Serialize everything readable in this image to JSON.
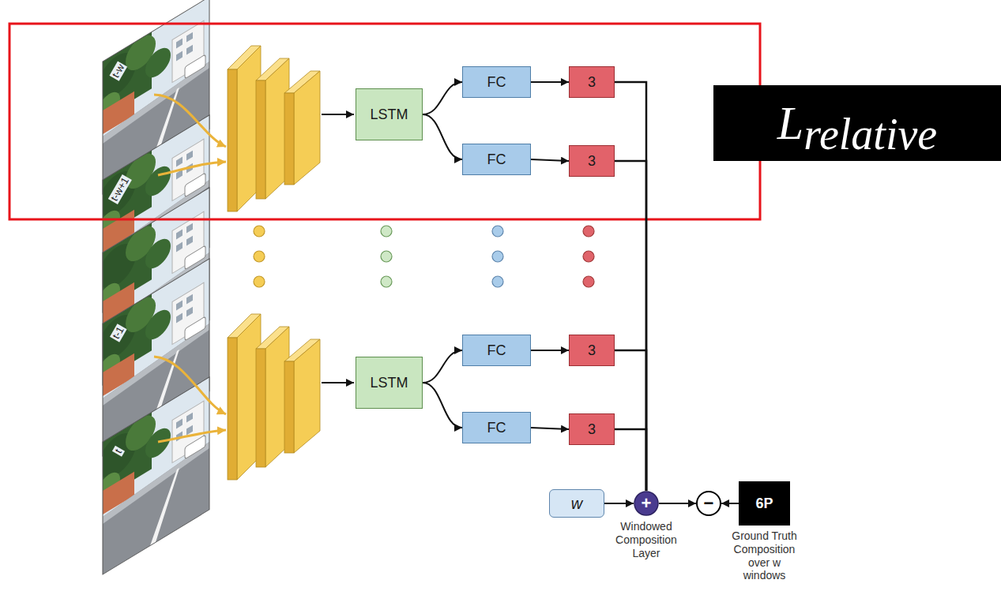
{
  "diagram": {
    "nodes": [
      {
        "text": [
          "LSTM"
        ]
      },
      {
        "text": [
          "FC"
        ]
      },
      {
        "text": [
          "3"
        ]
      },
      {
        "text": [
          "FC"
        ]
      },
      {
        "text": [
          "3"
        ]
      },
      {
        "text": [
          "L",
          "relative"
        ]
      },
      {
        "text": [
          "LSTM"
        ]
      },
      {
        "text": [
          "FC"
        ]
      },
      {
        "text": [
          "3"
        ]
      },
      {
        "text": [
          "FC"
        ]
      },
      {
        "text": [
          "3"
        ]
      },
      {
        "text": [
          "w"
        ]
      },
      {
        "text": [
          "+",
          "Windowed Composition Layer"
        ]
      },
      {
        "text": [
          "−"
        ]
      },
      {
        "text": [
          "6P",
          "Ground Truth Composition over w windows"
        ]
      }
    ],
    "edges": [
      {
        "from": 0,
        "to": 1,
        "arrow": "to"
      },
      {
        "from": 0,
        "to": 3,
        "arrow": "to"
      },
      {
        "from": 1,
        "to": 2,
        "arrow": "to"
      },
      {
        "from": 3,
        "to": 4,
        "arrow": "to"
      },
      {
        "from": 6,
        "to": 7,
        "arrow": "to"
      },
      {
        "from": 6,
        "to": 9,
        "arrow": "to"
      },
      {
        "from": 7,
        "to": 8,
        "arrow": "to"
      },
      {
        "from": 9,
        "to": 10,
        "arrow": "to"
      },
      {
        "from": 2,
        "to": 12,
        "arrow": "none"
      },
      {
        "from": 4,
        "to": 12,
        "arrow": "none"
      },
      {
        "from": 8,
        "to": 12,
        "arrow": "none"
      },
      {
        "from": 10,
        "to": 12,
        "arrow": "none"
      },
      {
        "from": 11,
        "to": 12,
        "arrow": "to"
      },
      {
        "from": 12,
        "to": 13,
        "arrow": "to"
      },
      {
        "from": 14,
        "to": 13,
        "arrow": "to"
      }
    ],
    "labels": [
      "t-w",
      "t-w+1",
      "t-1",
      "t"
    ]
  }
}
